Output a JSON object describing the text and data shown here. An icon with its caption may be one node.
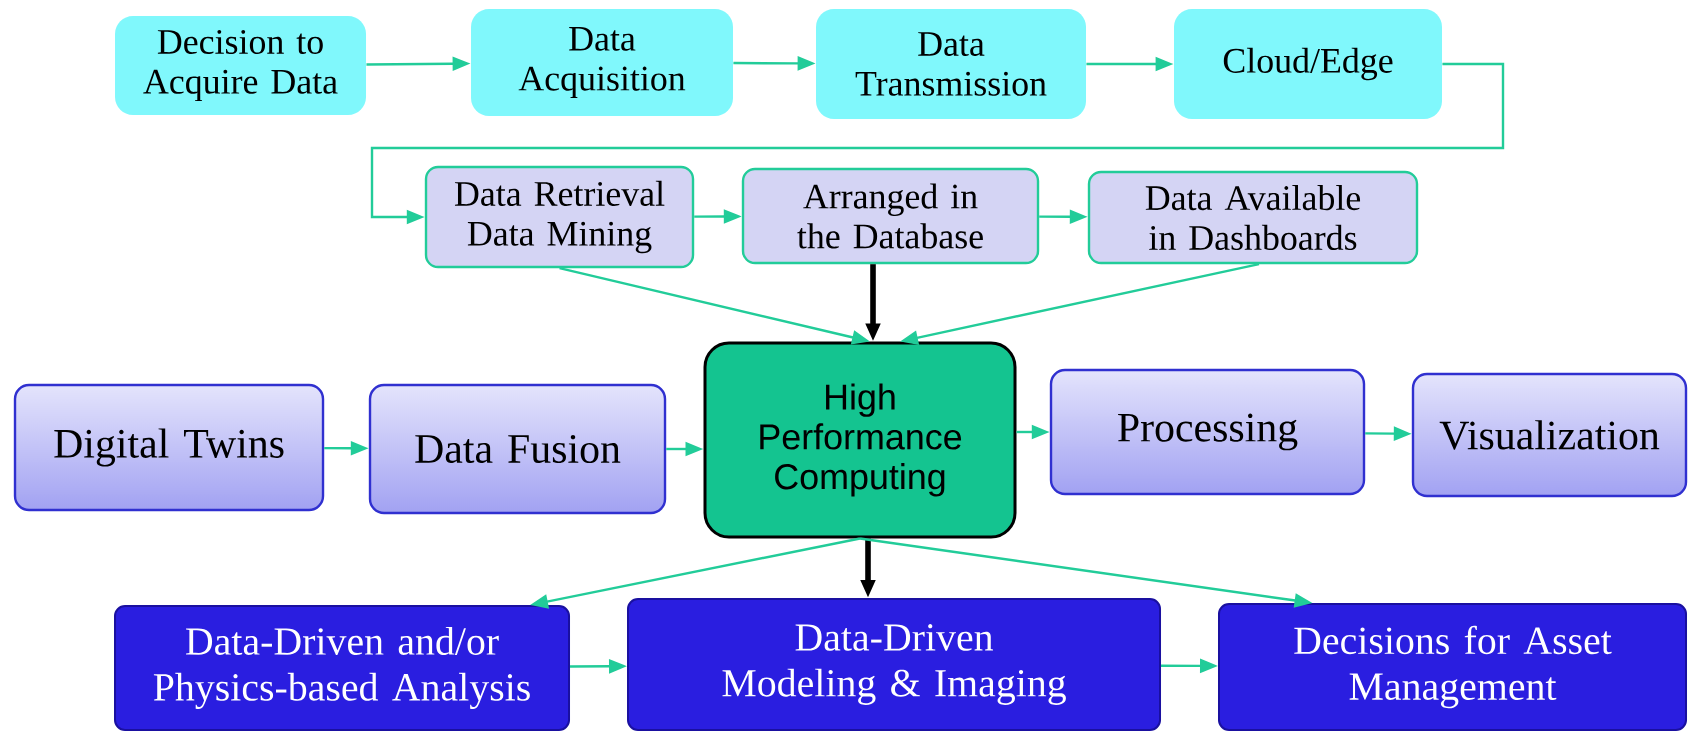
{
  "diagram": {
    "nodes": [
      {
        "text": [
          "Decision to Acquire Data"
        ]
      },
      {
        "text": [
          "Data Acquisition"
        ]
      },
      {
        "text": [
          "Data Transmission"
        ]
      },
      {
        "text": [
          "Cloud/Edge"
        ]
      },
      {
        "text": [
          "Data Retrieval Data Mining"
        ]
      },
      {
        "text": [
          "Arranged in the Database"
        ]
      },
      {
        "text": [
          "Data Available in Dashboards"
        ]
      },
      {
        "text": [
          "Digital Twins"
        ]
      },
      {
        "text": [
          "Data Fusion"
        ]
      },
      {
        "text": [
          "High Performance Computing"
        ]
      },
      {
        "text": [
          "Processing"
        ]
      },
      {
        "text": [
          "Visualization"
        ]
      },
      {
        "text": [
          "Data-Driven and/or Physics-based Analysis"
        ]
      },
      {
        "text": [
          "Data-Driven Modeling & Imaging"
        ]
      },
      {
        "text": [
          "Decisions for Asset Management"
        ]
      }
    ],
    "edges": [
      {
        "from": 0,
        "to": 1,
        "arrow": "to"
      },
      {
        "from": 1,
        "to": 2,
        "arrow": "to"
      },
      {
        "from": 2,
        "to": 3,
        "arrow": "to"
      },
      {
        "from": 3,
        "to": 4,
        "arrow": "to"
      },
      {
        "from": 4,
        "to": 5,
        "arrow": "to"
      },
      {
        "from": 5,
        "to": 6,
        "arrow": "to"
      },
      {
        "from": 4,
        "to": 9,
        "arrow": "to"
      },
      {
        "from": 5,
        "to": 9,
        "arrow": "to",
        "style": "thick",
        "color": "#000000"
      },
      {
        "from": 6,
        "to": 9,
        "arrow": "to"
      },
      {
        "from": 7,
        "to": 8,
        "arrow": "to"
      },
      {
        "from": 8,
        "to": 9,
        "arrow": "to"
      },
      {
        "from": 9,
        "to": 10,
        "arrow": "to"
      },
      {
        "from": 10,
        "to": 11,
        "arrow": "to"
      },
      {
        "from": 9,
        "to": 12,
        "arrow": "to"
      },
      {
        "from": 9,
        "to": 13,
        "arrow": "to",
        "style": "thick",
        "color": "#000000"
      },
      {
        "from": 9,
        "to": 14,
        "arrow": "to"
      },
      {
        "from": 12,
        "to": 13,
        "arrow": "to"
      },
      {
        "from": 13,
        "to": 14,
        "arrow": "to"
      }
    ]
  }
}
